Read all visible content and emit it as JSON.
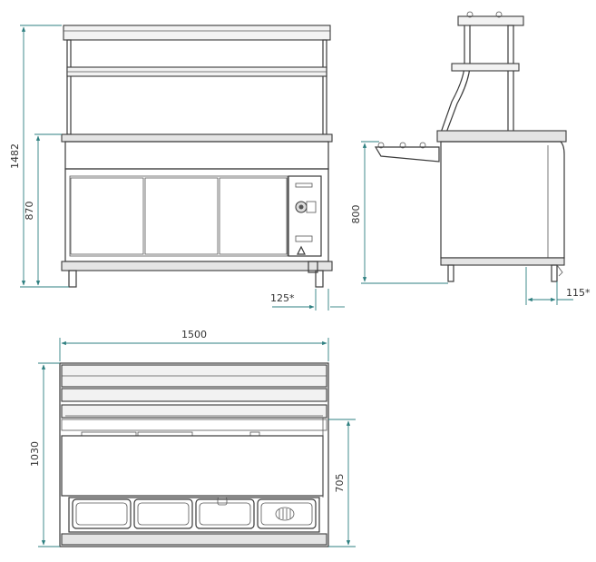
{
  "colors": {
    "dimension_line": "#2e7f80",
    "object_line": "#3a3a3a",
    "background": "#ffffff"
  },
  "front_view": {
    "dims": {
      "total_height": "1482",
      "counter_height": "870",
      "foot_offset": "125*"
    }
  },
  "side_view": {
    "dims": {
      "counter_height": "800",
      "foot_offset": "115*"
    }
  },
  "top_view": {
    "dims": {
      "width": "1500",
      "depth": "1030",
      "inner_depth": "705"
    },
    "gastronorm_pans": 4
  }
}
